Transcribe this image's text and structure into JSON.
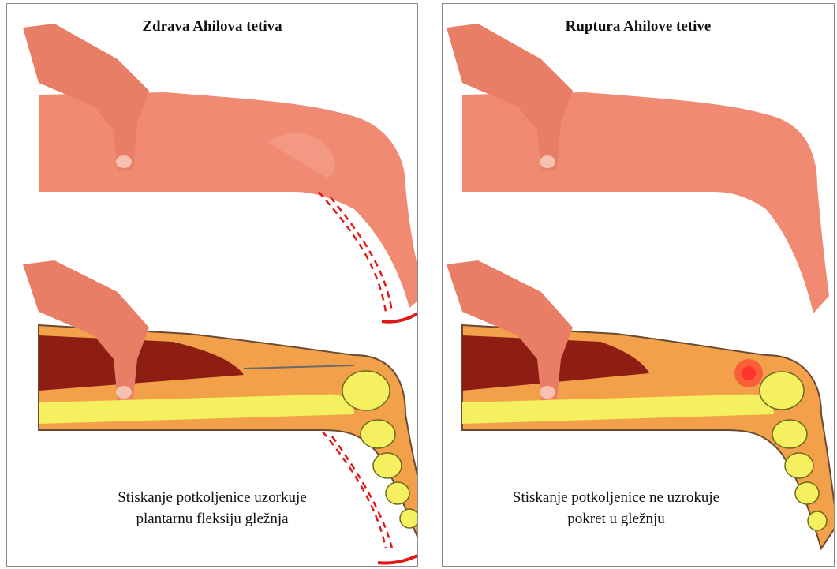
{
  "panels": [
    {
      "title": "Zdrava Ahilova tetiva",
      "caption_line1": "Stiskanje potkoljenice uzorkuje",
      "caption_line2": "plantarnu fleksiju gležnja"
    },
    {
      "title": "Ruptura Ahilove tetive",
      "caption_line1": "Stiskanje potkoljenice ne uzrokuje",
      "caption_line2": "pokret u gležnju"
    }
  ],
  "colors": {
    "skin": "#f08a73",
    "skin_dark": "#e2735c",
    "muscle": "#8e1e14",
    "fat": "#f2a04a",
    "bone": "#f5f060",
    "arrow": "#e11818",
    "rupture": "#ff2a2a"
  }
}
